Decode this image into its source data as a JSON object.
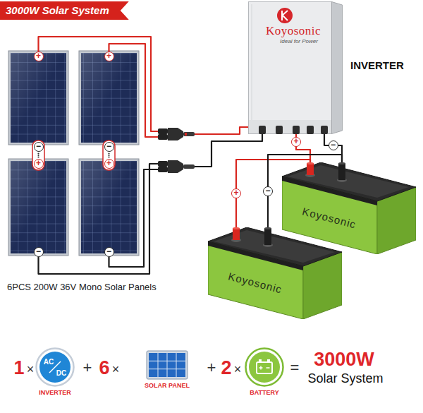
{
  "diagram": {
    "title": "3000W Solar System",
    "nodes": [
      {
        "text": [
          "Koyosonic",
          "Ideal for Power"
        ]
      },
      {
        "text": [
          "Koyosonic"
        ]
      },
      {
        "text": [
          "Koyosonic"
        ]
      },
      {
        "text": [
          "AC",
          "DC",
          "INVERTER"
        ]
      },
      {
        "text": [
          "SOLAR PANEL"
        ]
      },
      {
        "text": [
          "BATTERY"
        ]
      }
    ],
    "edges": [
      {
        "from": 0,
        "to": 1,
        "label": "+",
        "arrow": "none"
      },
      {
        "from": 0,
        "to": 1,
        "label": "−",
        "arrow": "none"
      },
      {
        "from": 1,
        "to": 2,
        "label": "+",
        "arrow": "none"
      },
      {
        "from": 1,
        "to": 2,
        "label": "−",
        "arrow": "none"
      }
    ],
    "labels": [
      "INVERTER",
      "+",
      "−",
      "+",
      "−",
      "+",
      "−",
      "+",
      "−",
      "6PCS 200W 36V Mono Solar Panels",
      "1",
      "×",
      "+",
      "6",
      "×",
      "+",
      "2",
      "×",
      "=",
      "3000W",
      "Solar System"
    ]
  }
}
